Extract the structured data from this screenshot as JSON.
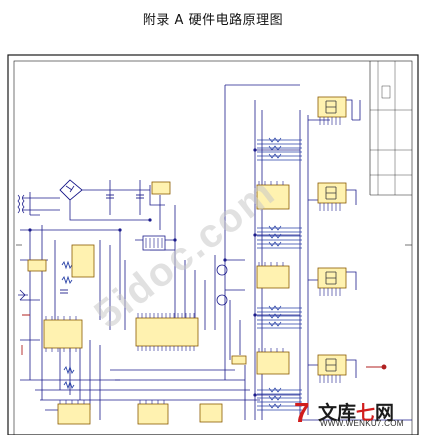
{
  "page": {
    "title": "附录 A  硬件电路原理图"
  },
  "watermark": {
    "text": "5idoc.com"
  },
  "logo": {
    "mark": "7",
    "brand_black": "文库",
    "brand_red": "七",
    "brand_black2": "网",
    "url": "WWW.WENKU7.COM"
  },
  "colors": {
    "frame": "#1a1a1a",
    "wire": "#1d1d8c",
    "wire_red": "#b02020",
    "component_fill": "#fff2b0",
    "component_stroke": "#8a5a00",
    "resistor": "#2740a6",
    "watermark": "#c8c8c8"
  },
  "icons": {
    "display": "seven-segment-display-icon",
    "logo": "wenku7-logo-icon"
  }
}
